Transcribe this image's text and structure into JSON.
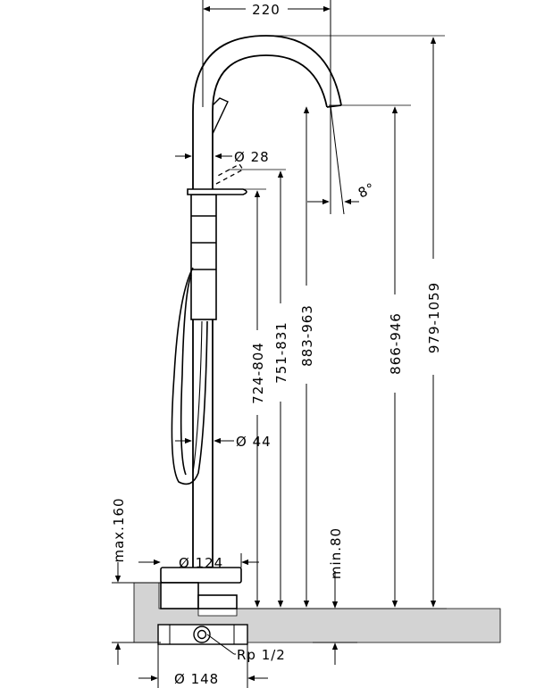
{
  "dimensions": {
    "spout_reach": "220",
    "spout_tip_diameter": "Ø 28",
    "spout_angle": "8°",
    "height_handle_1": "724-804",
    "height_handle_2": "751-831",
    "height_spout_outlet": "883-963",
    "height_spout_curve": "866-946",
    "total_height": "979-1059",
    "column_diameter": "Ø 44",
    "max_depth": "max.160",
    "base_diameter": "Ø 124",
    "min_clearance": "min.80",
    "thread": "Rp 1/2",
    "box_diameter": "Ø 148"
  },
  "colors": {
    "line": "#000000",
    "floor": "#d3d3d3"
  }
}
